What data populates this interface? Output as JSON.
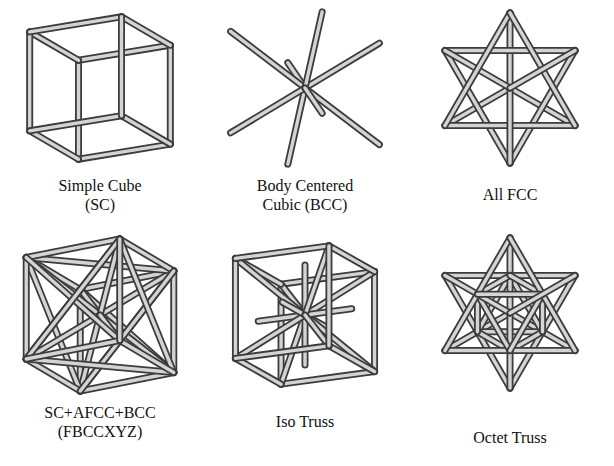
{
  "diagram": {
    "labels": [
      "Simple Cube (SC)",
      "Body Centered Cubic (BCC)",
      "All FCC",
      "SC+AFCC+BCC (FBCCXYZ)",
      "Iso Truss",
      "Octet Truss"
    ]
  }
}
